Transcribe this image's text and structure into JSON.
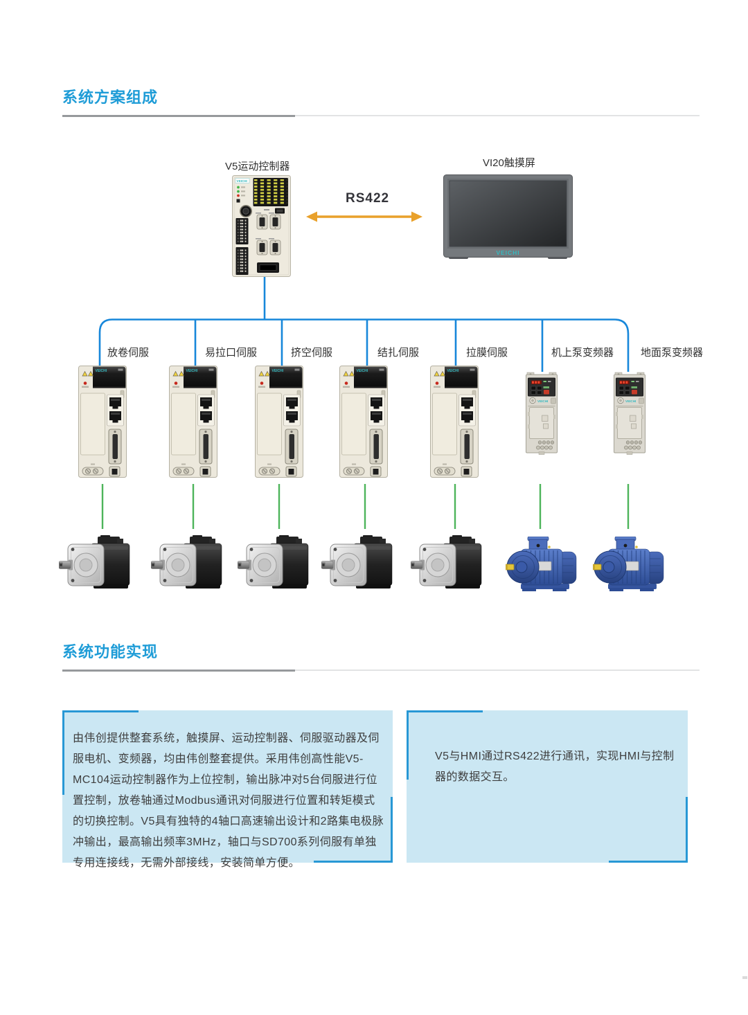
{
  "brand": {
    "logo": "VEICHI"
  },
  "theme": {
    "title_color": "#1e9cd7",
    "bus_line_color": "#1787da",
    "motor_line_color": "#4db45a",
    "arrow_color": "#e9a12b",
    "box_background": "#cbe7f3",
    "box_accent": "#2898d5",
    "brand_teal": "#35bac1"
  },
  "sections": {
    "solution": {
      "title": "系统方案组成"
    },
    "function": {
      "title": "系统功能实现"
    }
  },
  "diagram": {
    "controller_label": "V5运动控制器",
    "hmi_label": "VI20触摸屏",
    "link_label": "RS422",
    "branch_labels": [
      "放卷伺服",
      "易拉口伺服",
      "挤空伺服",
      "结扎伺服",
      "拉膜伺服",
      "机上泵变频器",
      "地面泵变频器"
    ]
  },
  "info_boxes": {
    "left_text": "由伟创提供整套系统，触摸屏、运动控制器、伺服驱动器及伺服电机、变频器，均由伟创整套提供。采用伟创高性能V5-MC104运动控制器作为上位控制，输出脉冲对5台伺服进行位置控制，放卷轴通过Modbus通讯对伺服进行位置和转矩模式的切换控制。V5具有独特的4轴口高速输出设计和2路集电极脉冲输出，最高输出频率3MHz，轴口与SD700系列伺服有单独专用连接线，无需外部接线，安装简单方便。",
    "right_text": "V5与HMI通过RS422进行通讯，实现HMI与控制器的数据交互。"
  }
}
